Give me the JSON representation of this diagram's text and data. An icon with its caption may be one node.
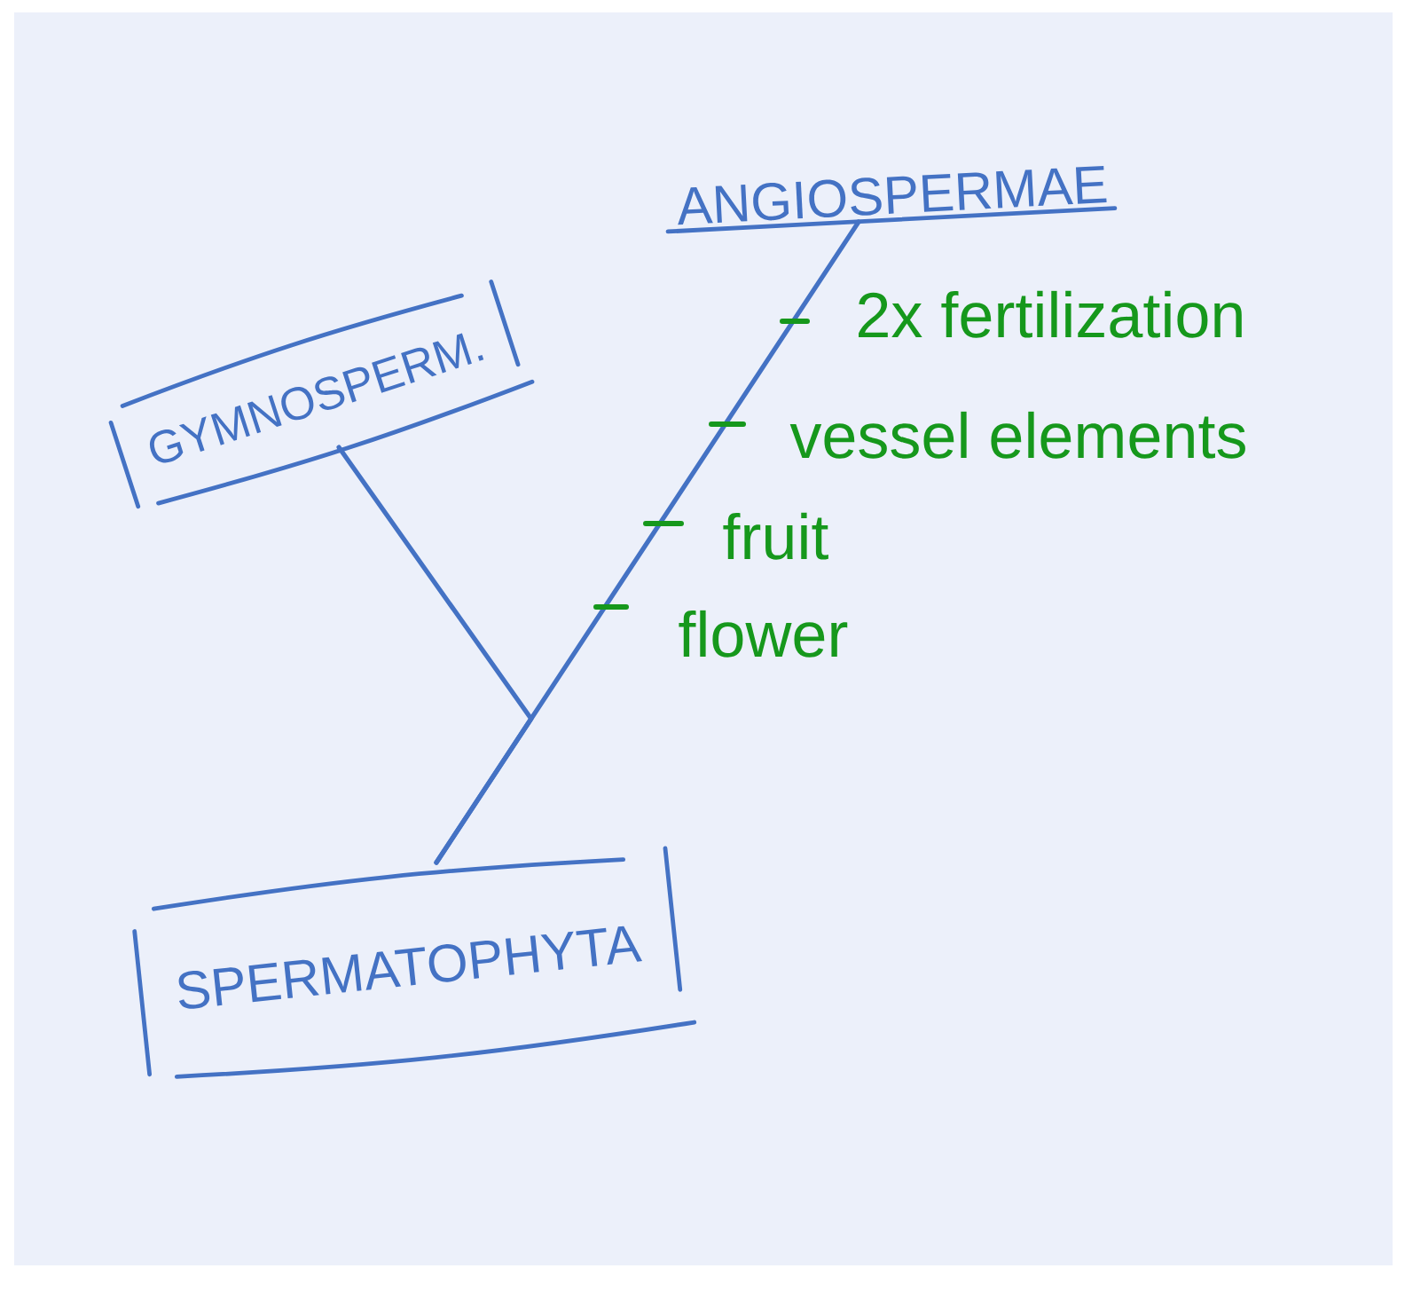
{
  "diagram": {
    "nodes": [
      {
        "text": [
          "ANGIOSPERMAE"
        ]
      },
      {
        "text": [
          "GYMNOSPERM."
        ]
      },
      {
        "text": [
          "SPERMATOPHYTA"
        ]
      }
    ],
    "edges": [
      {
        "from": 2,
        "to": 0,
        "arrow": "none"
      },
      {
        "from": 2,
        "to": 1,
        "arrow": "none"
      }
    ],
    "labels": [
      "2x fertilization",
      "vessel elements",
      "fruit",
      "flower"
    ]
  }
}
